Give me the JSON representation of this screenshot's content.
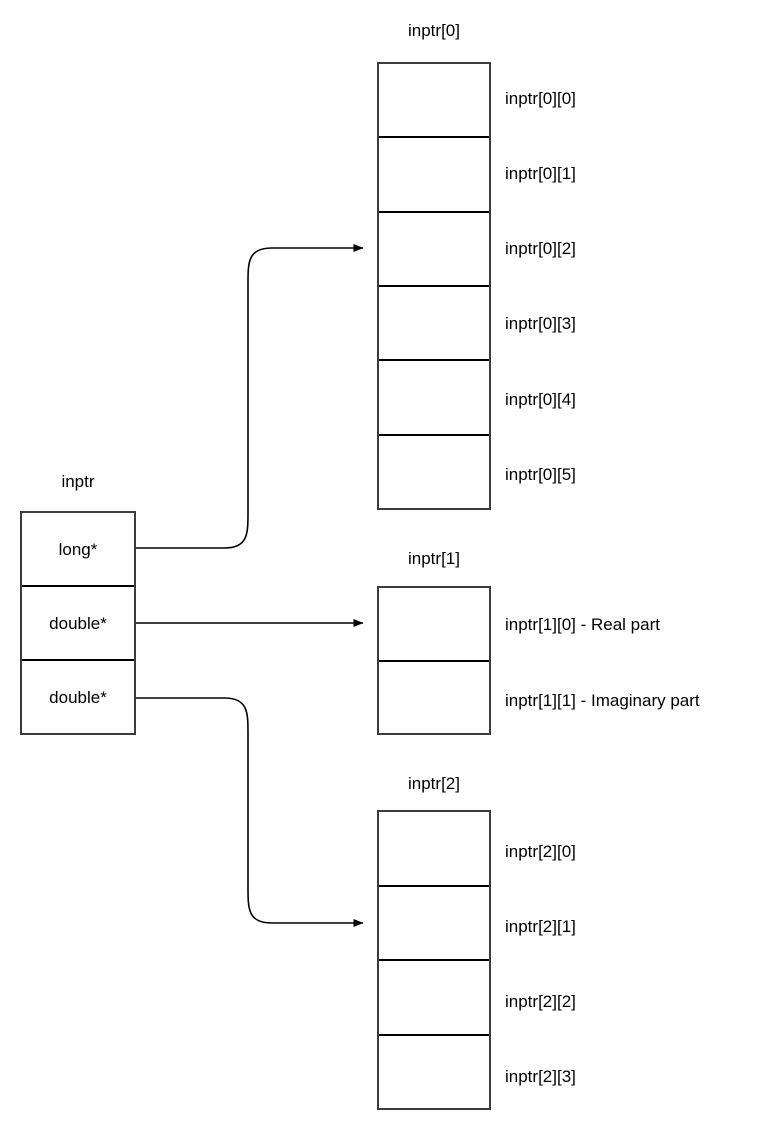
{
  "diagram": {
    "title_text": "inptr",
    "struct": {
      "caption": "inptr",
      "fields": [
        {
          "type_label": "long*"
        },
        {
          "type_label": "double*"
        },
        {
          "type_label": "double*"
        }
      ]
    },
    "arrays": [
      {
        "caption": "inptr[0]",
        "cells": [
          {
            "label": "inptr[0][0]"
          },
          {
            "label": "inptr[0][1]"
          },
          {
            "label": "inptr[0][2]"
          },
          {
            "label": "inptr[0][3]"
          },
          {
            "label": "inptr[0][4]"
          },
          {
            "label": "inptr[0][5]"
          }
        ]
      },
      {
        "caption": "inptr[1]",
        "cells": [
          {
            "label": "inptr[1][0] - Real part"
          },
          {
            "label": "inptr[1][1] - Imaginary part"
          }
        ]
      },
      {
        "caption": "inptr[2]",
        "cells": [
          {
            "label": "inptr[2][0]"
          },
          {
            "label": "inptr[2][1]"
          },
          {
            "label": "inptr[2][2]"
          },
          {
            "label": "inptr[2][3]"
          }
        ]
      }
    ],
    "colors": {
      "background": "#ffffff",
      "box_border": "#3c3c3c",
      "cell_divider": "#000000",
      "connector": "#000000",
      "text": "#000000"
    }
  }
}
